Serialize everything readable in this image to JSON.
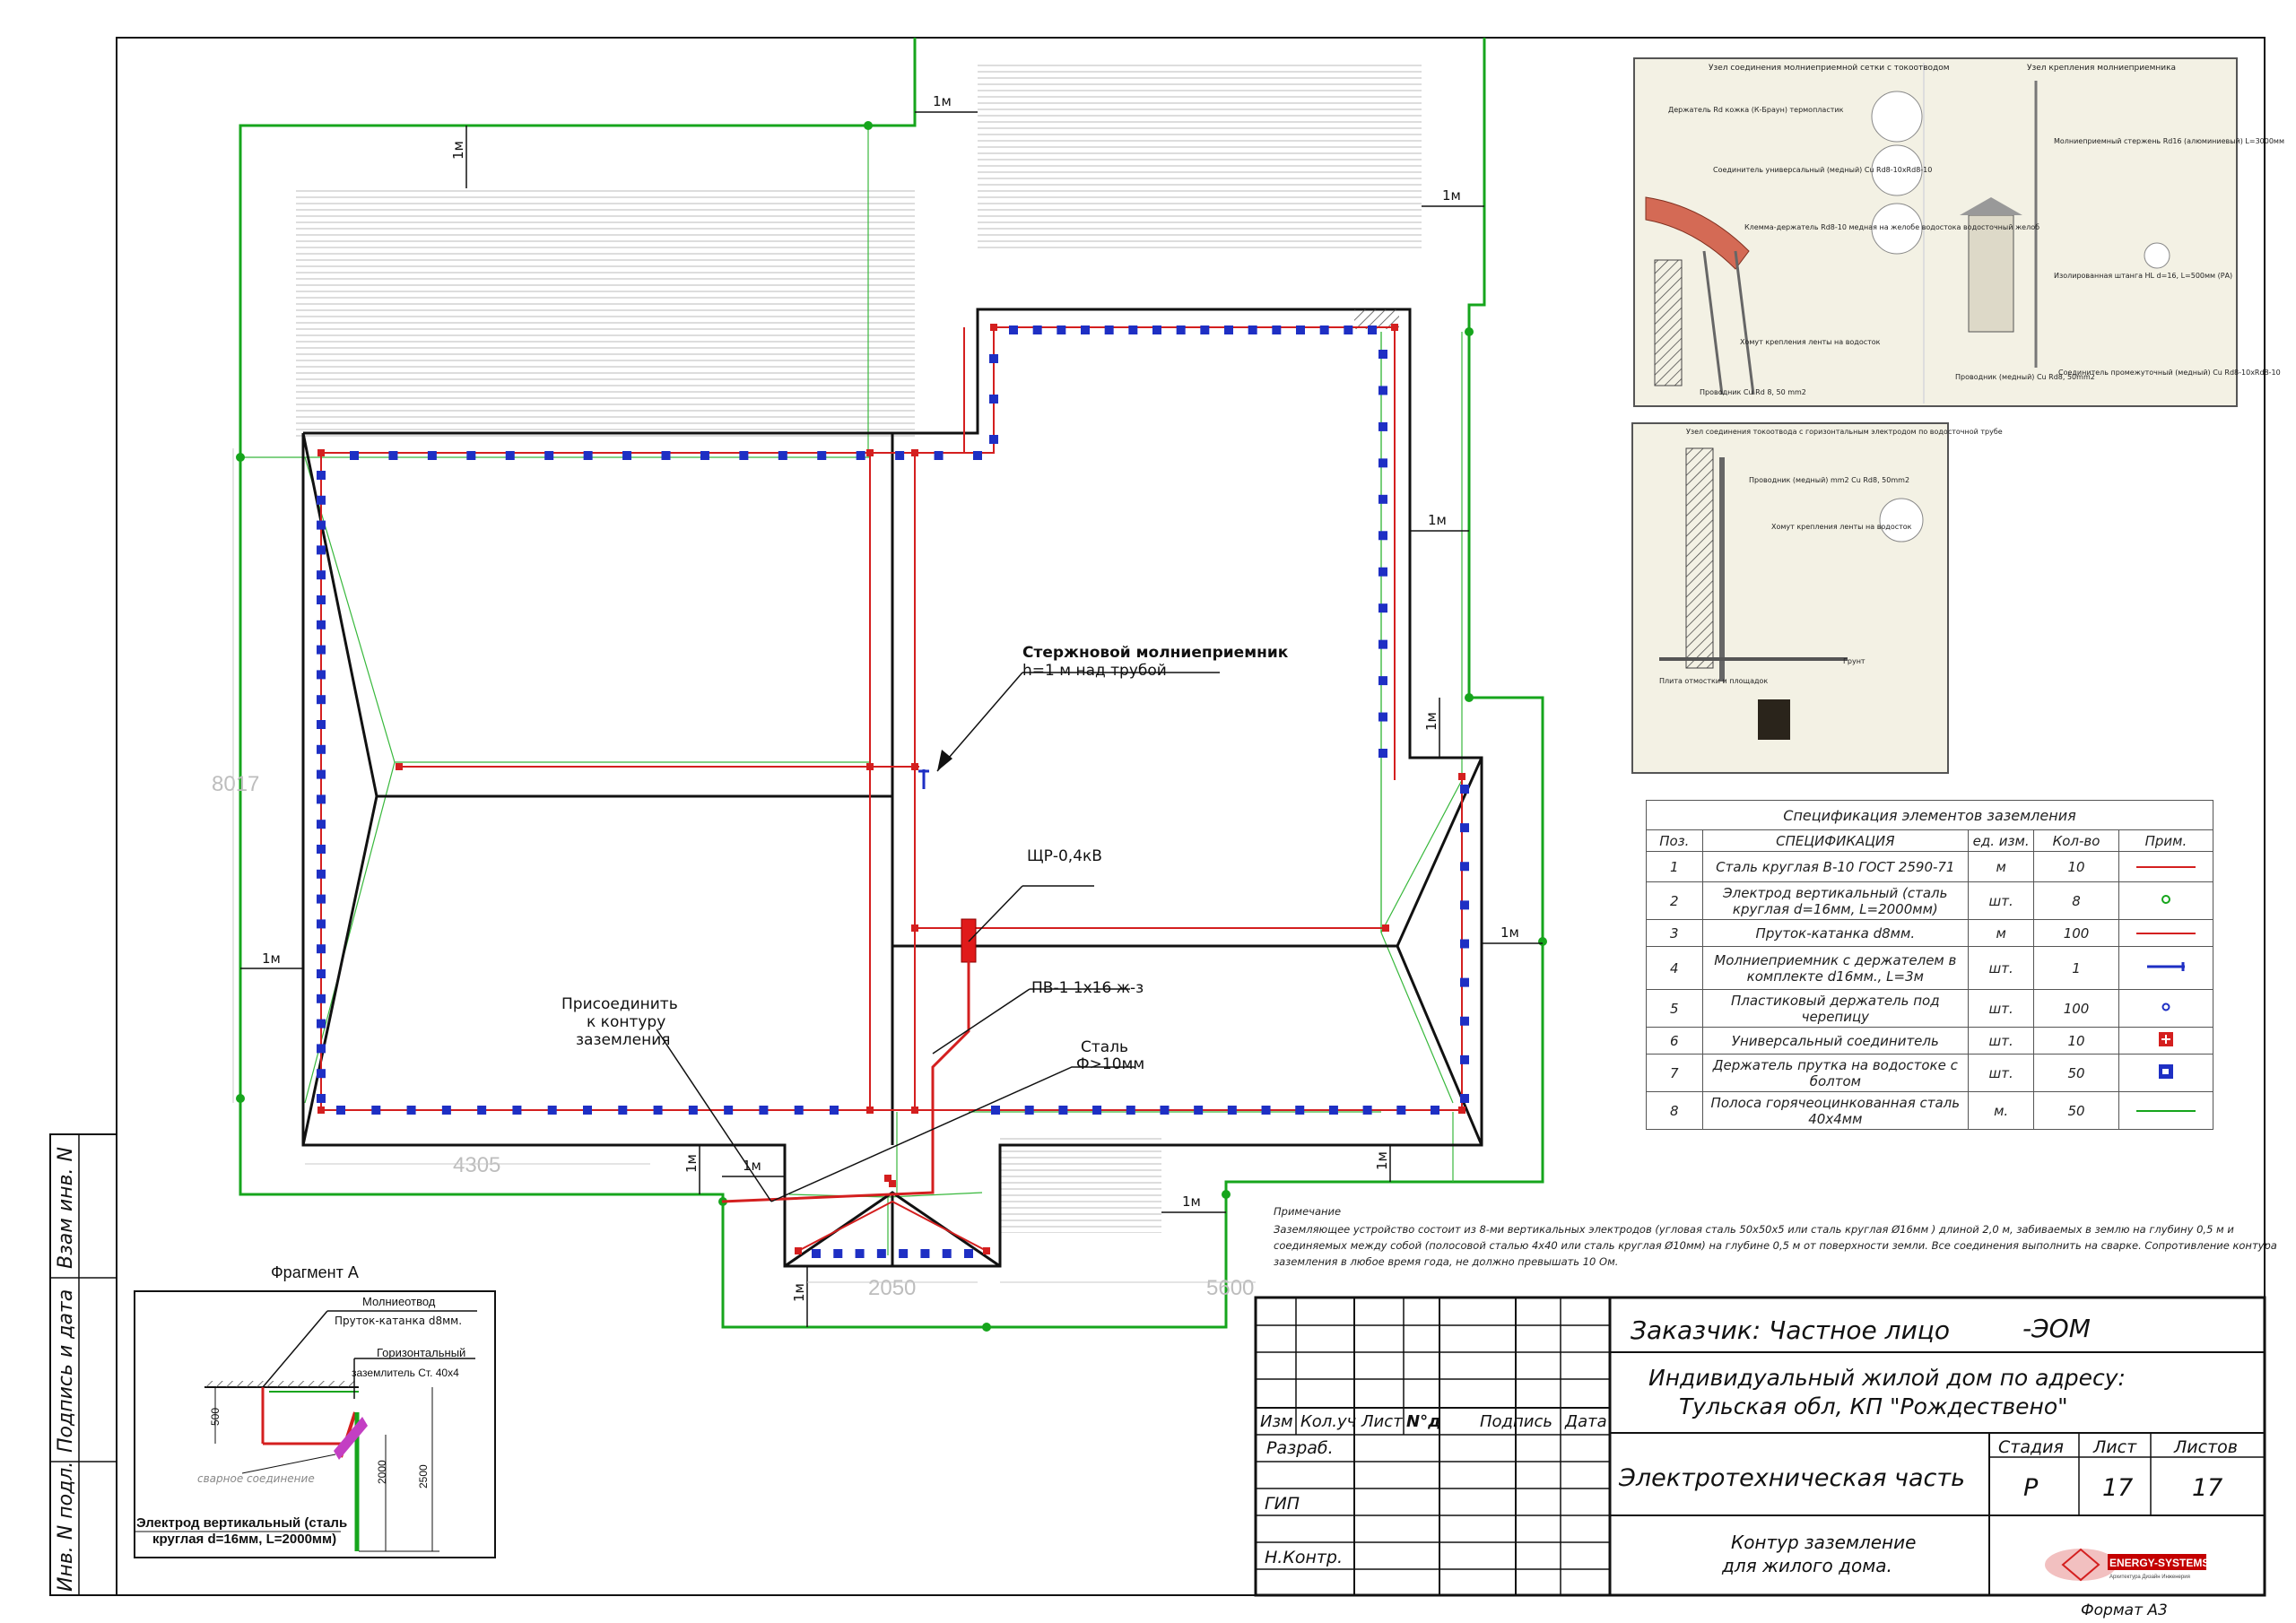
{
  "labels": {
    "offset_1m": "1м",
    "rod_receiver_line1": "Стержновой молниеприемник",
    "rod_receiver_line2": "h=1 м над трубой",
    "panel": "ЩР-0,4кВ",
    "cable": "ПВ-1 1х16 ж-з",
    "connect_line1": "Присоединить",
    "connect_line2": "к контуру",
    "connect_line3": "заземления",
    "steel_line1": "Сталь",
    "steel_line2": "Ф>10мм",
    "dim_8017": "8017",
    "dim_4305": "4305",
    "dim_2050": "2050",
    "dim_5600": "5600"
  },
  "fragment": {
    "title": "Фрагмент А",
    "lightning_down": "Молниеотвод",
    "rod_wire": "Пруток-катанка d8мм.",
    "horizontal": "Горизонтальный",
    "ground_strip": "заземлитель Ст. 40х4",
    "dim_500": "500",
    "dim_2000": "2000",
    "dim_2500": "2500",
    "weld": "сварное соединение",
    "electrode_line1": "Электрод вертикальный  (сталь",
    "electrode_line2": "круглая d=16мм, L=2000мм)"
  },
  "detail1": {
    "title1": "Узел соединения молниеприемной сетки с токоотводом",
    "title2": "Узел крепления молниеприемника",
    "labels": [
      "Держатель Rd кожка (К-Браун) термопластик",
      "Соединитель универсальный (медный) Cu Rd8-10xRd8-10",
      "Клемма-держатель Rd8-10 медная на желобе водостока водосточный желоб",
      "Хомут крепления ленты на водосток",
      "Проводник Cu Rd 8, 50 mm2",
      "Молниеприемный стержень Rd16 (алюминиевый) L=3000мм",
      "Изолированная штанга HL d=16, L=500мм (РА)",
      "Соединитель промежуточный (медный) Cu Rd8-10xRd8-10",
      "Проводник (медный) Cu Rd8, 50mm2"
    ]
  },
  "detail2": {
    "title": "Узел соединения токоотвода с горизонтальным электродом по водосточной трубе",
    "labels": [
      "Проводник (медный) mm2 Cu Rd8, 50mm2",
      "Хомут крепления ленты на водосток",
      "Грунт",
      "Плита отмостки и площадок"
    ]
  },
  "spec": {
    "title": "Спецификация элементов заземления",
    "headers": [
      "Поз.",
      "СПЕЦИФИКАЦИЯ",
      "ед. изм.",
      "Кол-во",
      "Прим."
    ],
    "rows": [
      {
        "pos": "1",
        "name": "Сталь круглая В-10 ГОСТ 2590-71",
        "unit": "м",
        "qty": "10",
        "icon": "red-line-icon"
      },
      {
        "pos": "2",
        "name": "Электрод вертикальный (сталь круглая d=16мм, L=2000мм)",
        "unit": "шт.",
        "qty": "8",
        "icon": "green-circle-icon"
      },
      {
        "pos": "3",
        "name": "Пруток-катанка d8мм.",
        "unit": "м",
        "qty": "100",
        "icon": "red-line-icon"
      },
      {
        "pos": "4",
        "name": "Молниеприемник с держателем в комплекте d16мм., L=3м",
        "unit": "шт.",
        "qty": "1",
        "icon": "blue-rod-icon"
      },
      {
        "pos": "5",
        "name": "Пластиковый держатель под черепицу",
        "unit": "шт.",
        "qty": "100",
        "icon": "blue-circle-icon"
      },
      {
        "pos": "6",
        "name": "Универсальный соединитель",
        "unit": "шт.",
        "qty": "10",
        "icon": "red-cross-icon"
      },
      {
        "pos": "7",
        "name": "Держатель прутка на водостоке с болтом",
        "unit": "шт.",
        "qty": "50",
        "icon": "blue-holder-icon"
      },
      {
        "pos": "8",
        "name": "Полоса горячеоцинкованная сталь 40х4мм",
        "unit": "м.",
        "qty": "50",
        "icon": "green-line-icon"
      }
    ]
  },
  "note": {
    "title": "Примечание",
    "line1": "Заземляющее устройство состоит из 8-ми вертикальных электродов (угловая сталь 50х50х5 или сталь круглая Ø16мм ) длиной 2,0 м, забиваемых в землю на глубину 0,5 м и",
    "line2": "соединяемых между собой (полосовой сталью 4х40 или сталь круглая Ø10мм) на глубине 0,5 м от поверхности земли. Все соединения выполнить на сварке. Сопротивление контура",
    "line3": "заземления в любое время года, не должно превышать 10 Ом."
  },
  "title_block": {
    "customer": "Заказчик: Частное лицо",
    "code": "-ЭОМ",
    "object_line1": "Индивидуальный жилой дом по адресу:",
    "object_line2": "Тульская обл, КП \"Рождествено\"",
    "cols": [
      "Изм",
      "Кол.уч",
      "Лист",
      "N°д",
      "Подпись",
      "Дата"
    ],
    "roles": [
      "Разраб.",
      "ГИП",
      "Н.Контр."
    ],
    "section": "Электротехническая часть",
    "stage_h": "Стадия",
    "sheet_h": "Лист",
    "sheets_h": "Листов",
    "stage": "Р",
    "sheet": "17",
    "sheets": "17",
    "drawing_line1": "Контур заземление",
    "drawing_line2": "для жилого дома.",
    "logo_text": "ENERGY-SYSTEMS",
    "logo_sub": "Архитектура Дизайн Инженерия",
    "format": "Формат А3"
  },
  "side_stamps": [
    "Взам инв. N",
    "Подпись и дата",
    "Инв. N подл."
  ],
  "colors": {
    "green": "#16a51c",
    "red": "#d41f1f",
    "blue": "#1e2fc4",
    "black": "#111111"
  }
}
